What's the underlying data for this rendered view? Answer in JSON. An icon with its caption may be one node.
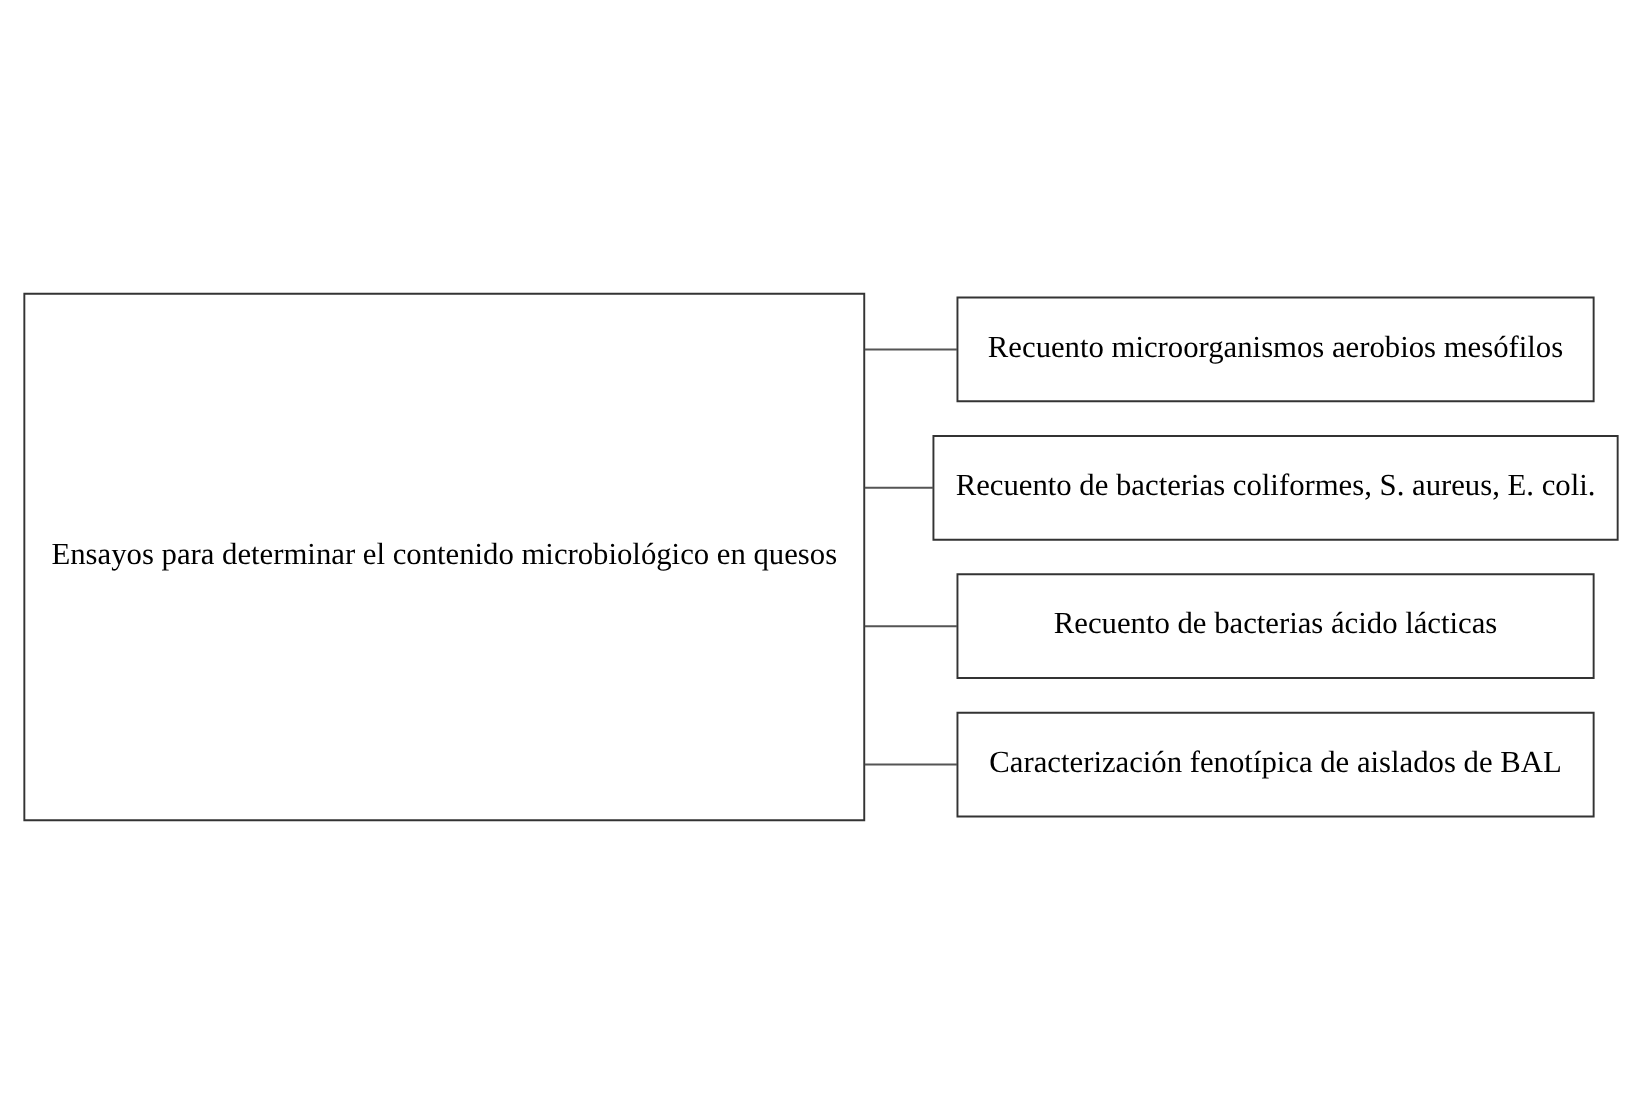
{
  "diagram": {
    "nodes": [
      {
        "text": [
          "Ensayos para determinar el contenido microbiológico en quesos"
        ]
      },
      {
        "text": [
          "Recuento microorganismos aerobios mesófilos"
        ]
      },
      {
        "text": [
          "Recuento de bacterias coliformes, S. aureus, E. coli."
        ]
      },
      {
        "text": [
          "Recuento de bacterias ácido lácticas"
        ]
      },
      {
        "text": [
          "Caracterización fenotípica de aislados de BAL"
        ]
      }
    ],
    "edges": [
      {
        "from": 0,
        "to": 1,
        "arrow": "none"
      },
      {
        "from": 0,
        "to": 2,
        "arrow": "none"
      },
      {
        "from": 0,
        "to": 3,
        "arrow": "none"
      },
      {
        "from": 0,
        "to": 4,
        "arrow": "none"
      }
    ]
  }
}
